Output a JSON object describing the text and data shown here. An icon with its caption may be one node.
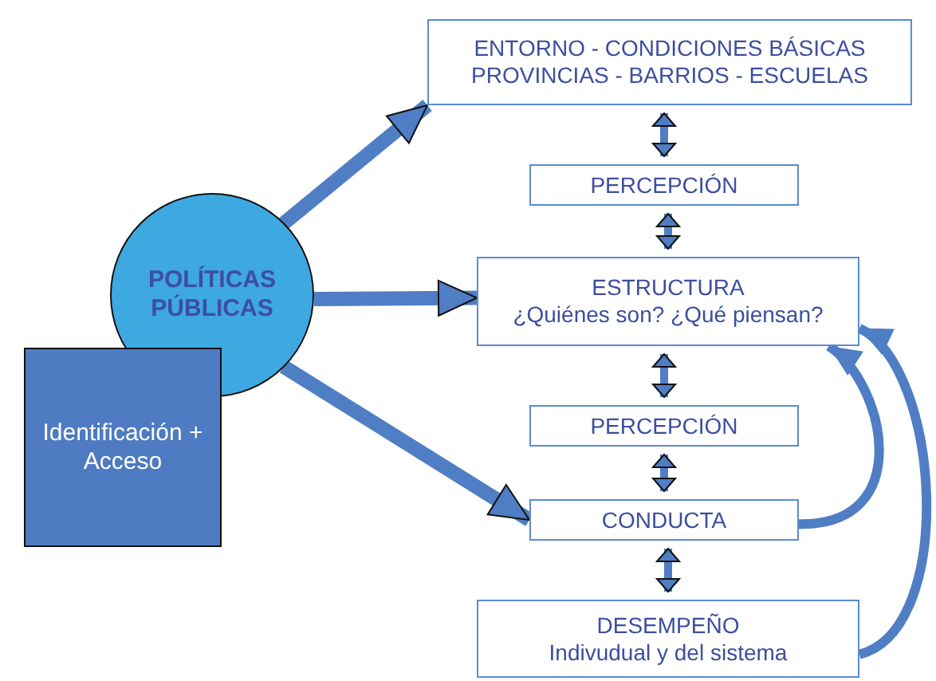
{
  "diagram": {
    "nodes": [
      {
        "text": [
          "POLÍTICAS PÚBLICAS"
        ]
      },
      {
        "text": [
          "Identificación + Acceso"
        ]
      },
      {
        "text": [
          "ENTORNO - CONDICIONES BÁSICAS",
          "PROVINCIAS - BARRIOS - ESCUELAS"
        ]
      },
      {
        "text": [
          "PERCEPCIÓN"
        ]
      },
      {
        "text": [
          "ESTRUCTURA",
          "¿Quiénes son? ¿Qué piensan?"
        ]
      },
      {
        "text": [
          "PERCEPCIÓN"
        ]
      },
      {
        "text": [
          "CONDUCTA"
        ]
      },
      {
        "text": [
          "DESEMPEÑO",
          "Indivudual y del sistema"
        ]
      }
    ],
    "edges": [
      {
        "from": 0,
        "to": 2,
        "arrow": "to",
        "style": "thick"
      },
      {
        "from": 0,
        "to": 4,
        "arrow": "to",
        "style": "thick"
      },
      {
        "from": 0,
        "to": 6,
        "arrow": "to",
        "style": "thick"
      },
      {
        "from": 2,
        "to": 3,
        "arrow": "both"
      },
      {
        "from": 3,
        "to": 4,
        "arrow": "both"
      },
      {
        "from": 4,
        "to": 5,
        "arrow": "both"
      },
      {
        "from": 5,
        "to": 6,
        "arrow": "both"
      },
      {
        "from": 6,
        "to": 7,
        "arrow": "both"
      },
      {
        "from": 6,
        "to": 4,
        "arrow": "to"
      },
      {
        "from": 7,
        "to": 4,
        "arrow": "to"
      }
    ]
  }
}
